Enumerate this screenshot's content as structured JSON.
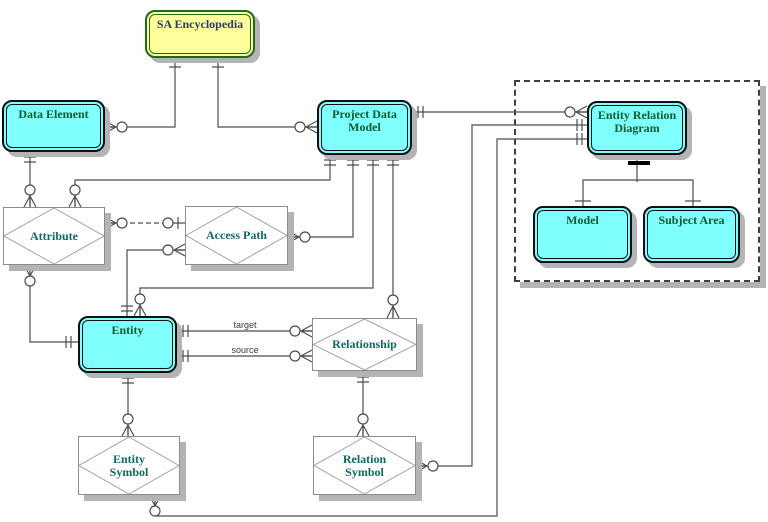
{
  "nodes": {
    "sa": {
      "label": "SA Encyclopedia",
      "shape": "rounded-box",
      "fill": "yellow"
    },
    "data_element": {
      "label": "Data Element",
      "shape": "rounded-box",
      "fill": "cyan"
    },
    "project_data_model": {
      "label": "Project Data Model",
      "shape": "rounded-box",
      "fill": "cyan"
    },
    "entity_relation_diagram": {
      "label": "Entity Relation Diagram",
      "shape": "rounded-box",
      "fill": "cyan"
    },
    "model": {
      "label": "Model",
      "shape": "rounded-box",
      "fill": "cyan"
    },
    "subject_area": {
      "label": "Subject Area",
      "shape": "rounded-box",
      "fill": "cyan"
    },
    "attribute": {
      "label": "Attribute",
      "shape": "diamond"
    },
    "access_path": {
      "label": "Access Path",
      "shape": "diamond"
    },
    "entity": {
      "label": "Entity",
      "shape": "rounded-box",
      "fill": "cyan"
    },
    "relationship": {
      "label": "Relationship",
      "shape": "diamond"
    },
    "entity_symbol": {
      "label": "Entity Symbol",
      "shape": "diamond"
    },
    "relation_symbol": {
      "label": "Relation Symbol",
      "shape": "diamond"
    }
  },
  "edge_labels": {
    "target": "target",
    "source": "source"
  },
  "colors": {
    "cyan_fill": "#80ffff",
    "yellow_fill": "#ffff9b",
    "green_border": "#1d6b1d",
    "box_text": "#0d5c2c",
    "diamond_text": "#0e6b5e",
    "sa_text": "#2e3b6e",
    "line": "#4d4d4d",
    "shadow": "#b4b4b4"
  }
}
